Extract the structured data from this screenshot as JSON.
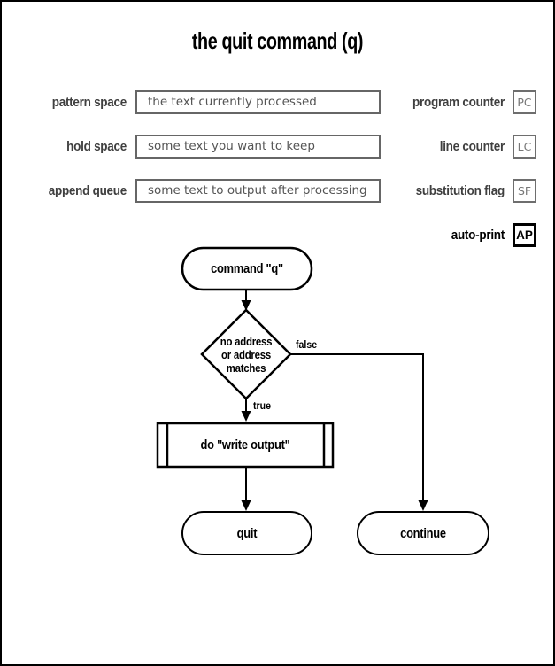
{
  "page": {
    "title": "the quit command (q)"
  },
  "memory": {
    "rows": [
      {
        "label": "pattern space",
        "value": "the text currently processed"
      },
      {
        "label": "hold space",
        "value": "some text you want to keep"
      },
      {
        "label": "append queue",
        "value": "some text to output after processing"
      }
    ]
  },
  "registers": [
    {
      "label": "program counter",
      "abbr": "PC"
    },
    {
      "label": "line counter",
      "abbr": "LC"
    },
    {
      "label": "substitution flag",
      "abbr": "SF"
    },
    {
      "label": "auto-print",
      "abbr": "AP"
    }
  ],
  "flowchart": {
    "start": "command \"q\"",
    "decision_line1": "no address",
    "decision_line2": "or address",
    "decision_line3": "matches",
    "branch_false": "false",
    "branch_true": "true",
    "process": "do \"write output\"",
    "terminal_quit": "quit",
    "terminal_continue": "continue"
  },
  "colors": {
    "label_text": "#3f3f3f",
    "field_border": "#666666",
    "field_text": "#555555",
    "register_border": "#6e6e6e",
    "register_text": "#787878",
    "emphasis": "#000000",
    "background": "#ffffff"
  }
}
